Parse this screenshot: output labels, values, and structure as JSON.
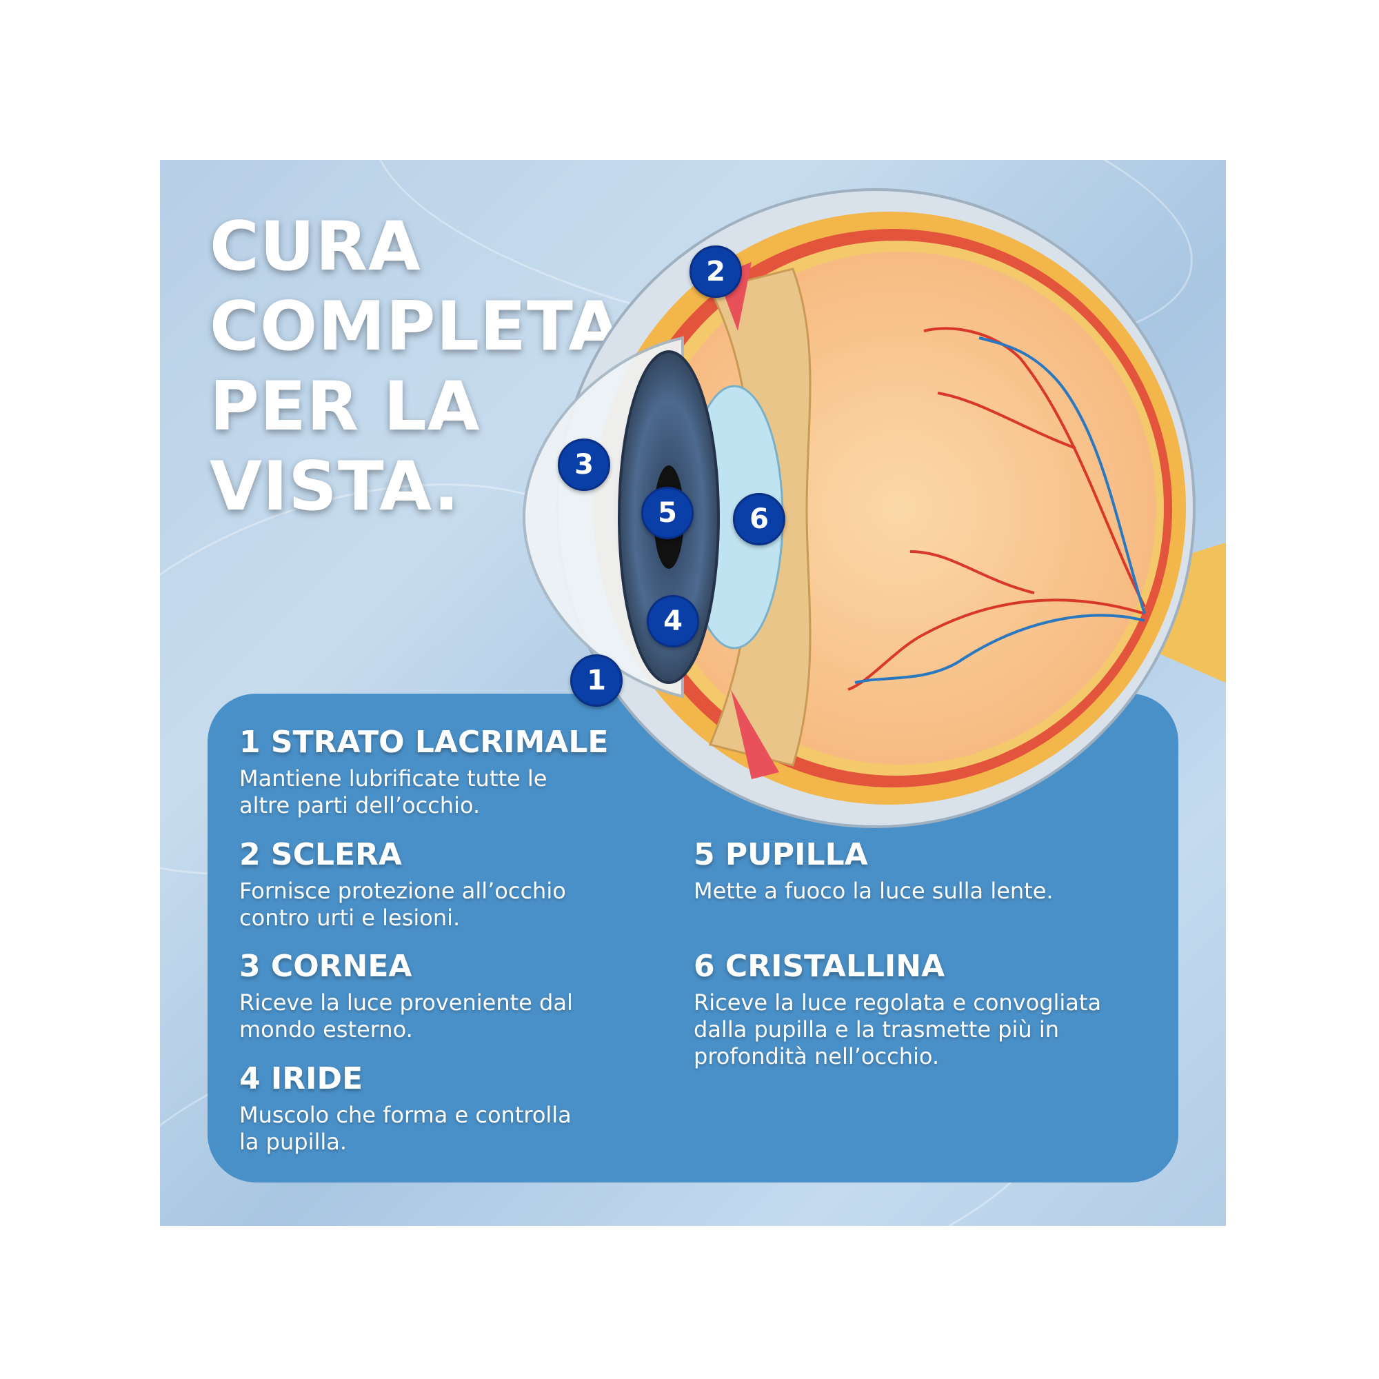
{
  "title_lines": [
    "CURA",
    "COMPLETA",
    "PER LA",
    "VISTA."
  ],
  "colors": {
    "accent_box": "#4a90c8",
    "badge": "#0a3fa8",
    "background": "#b7cfe6"
  },
  "badges": [
    "1",
    "2",
    "3",
    "4",
    "5",
    "6"
  ],
  "items": [
    {
      "heading": "1 STRATO LACRIMALE",
      "lines": [
        "Mantiene lubrificate tutte le",
        "altre parti dell’occhio."
      ]
    },
    {
      "heading": "2 SCLERA",
      "lines": [
        "Fornisce protezione all’occhio",
        "contro urti e lesioni."
      ]
    },
    {
      "heading": "3 CORNEA",
      "lines": [
        "Riceve la luce proveniente dal",
        "mondo esterno."
      ]
    },
    {
      "heading": "4 IRIDE",
      "lines": [
        "Muscolo che forma e controlla",
        "la pupilla."
      ]
    },
    {
      "heading": "5 PUPILLA",
      "lines": [
        "Mette a fuoco la luce sulla lente."
      ]
    },
    {
      "heading": "6 CRISTALLINA",
      "lines": [
        "Riceve la luce regolata e convogliata",
        "dalla pupilla e la trasmette più in",
        "profondità nell’occhio."
      ]
    }
  ]
}
